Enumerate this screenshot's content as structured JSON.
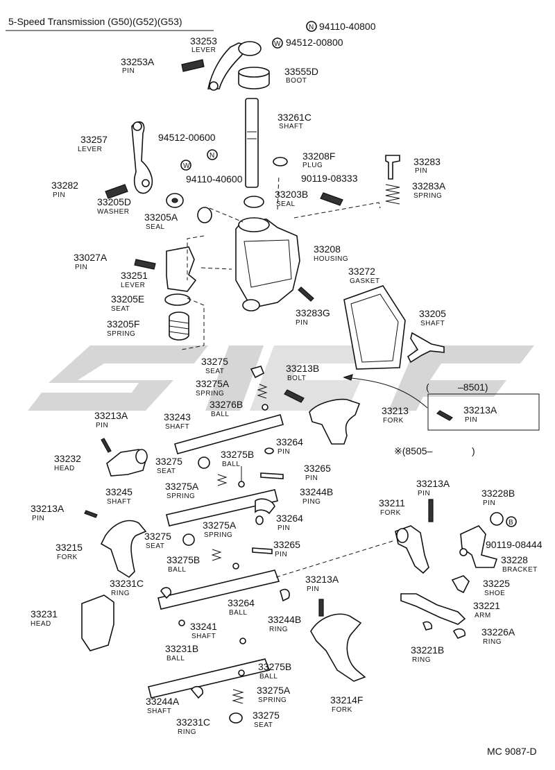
{
  "diagram": {
    "title": "5-Speed Transmission (G50)(G52)(G53)",
    "code": "MC 9087-D",
    "notes": [
      {
        "symbol": "N",
        "number": "94110-40800"
      },
      {
        "symbol": "W",
        "number": "94512-00800"
      }
    ],
    "callout_a": {
      "open": "(",
      "range": "–8501)"
    },
    "callout_b": {
      "range": "※(8505–",
      "close": ")"
    },
    "labels": [
      {
        "num": "33253",
        "name": "LEVER"
      },
      {
        "num": "33253A",
        "name": "PIN"
      },
      {
        "num": "33555D",
        "name": "BOOT"
      },
      {
        "num": "33261C",
        "name": "SHAFT"
      },
      {
        "num": "33257",
        "name": "LEVER"
      },
      {
        "num": "94512-00600",
        "name": ""
      },
      {
        "num": "94110-40600",
        "name": ""
      },
      {
        "num": "33208F",
        "name": "PLUG"
      },
      {
        "num": "90119-08333",
        "name": ""
      },
      {
        "num": "33283",
        "name": "PIN"
      },
      {
        "num": "33283A",
        "name": "SPRING"
      },
      {
        "num": "33282",
        "name": "PIN"
      },
      {
        "num": "33205D",
        "name": "WASHER"
      },
      {
        "num": "33205A",
        "name": "SEAL"
      },
      {
        "num": "33203B",
        "name": "SEAL"
      },
      {
        "num": "33208",
        "name": "HOUSING"
      },
      {
        "num": "33027A",
        "name": "PIN"
      },
      {
        "num": "33251",
        "name": "LEVER"
      },
      {
        "num": "33205E",
        "name": "SEAT"
      },
      {
        "num": "33205F",
        "name": "SPRING"
      },
      {
        "num": "33272",
        "name": "GASKET"
      },
      {
        "num": "33283G",
        "name": "PIN"
      },
      {
        "num": "33205",
        "name": "SHAFT"
      },
      {
        "num": "33275",
        "name": "SEAT"
      },
      {
        "num": "33275A",
        "name": "SPRING"
      },
      {
        "num": "33213B",
        "name": "BOLT"
      },
      {
        "num": "33276B",
        "name": "BALL"
      },
      {
        "num": "33213",
        "name": "FORK"
      },
      {
        "num": "33213A",
        "name": "PIN"
      },
      {
        "num": "33213A",
        "name": "PIN"
      },
      {
        "num": "33243",
        "name": "SHAFT"
      },
      {
        "num": "33264",
        "name": "PIN"
      },
      {
        "num": "33232",
        "name": "HEAD"
      },
      {
        "num": "33275",
        "name": "SEAT"
      },
      {
        "num": "33275B",
        "name": "BALL"
      },
      {
        "num": "33265",
        "name": "PIN"
      },
      {
        "num": "33245",
        "name": "SHAFT"
      },
      {
        "num": "33275A",
        "name": "SPRING"
      },
      {
        "num": "33244B",
        "name": "PING"
      },
      {
        "num": "33213A",
        "name": "PIN"
      },
      {
        "num": "33264",
        "name": "PIN"
      },
      {
        "num": "33275A",
        "name": "SPRING"
      },
      {
        "num": "33213A",
        "name": "PIN"
      },
      {
        "num": "33228B",
        "name": "PIN"
      },
      {
        "num": "33211",
        "name": "FORK"
      },
      {
        "num": "33275",
        "name": "SEAT"
      },
      {
        "num": "33265",
        "name": "PIN"
      },
      {
        "num": "33215",
        "name": "FORK"
      },
      {
        "num": "90119-08444",
        "name": ""
      },
      {
        "num": "33275B",
        "name": "BALL"
      },
      {
        "num": "33228",
        "name": "BRACKET"
      },
      {
        "num": "33231C",
        "name": "RING"
      },
      {
        "num": "33225",
        "name": "SHOE"
      },
      {
        "num": "33213A",
        "name": "PIN"
      },
      {
        "num": "33264",
        "name": "BALL"
      },
      {
        "num": "33221",
        "name": "ARM"
      },
      {
        "num": "33231",
        "name": "HEAD"
      },
      {
        "num": "33244B",
        "name": "RING"
      },
      {
        "num": "33241",
        "name": "SHAFT"
      },
      {
        "num": "33226A",
        "name": "RING"
      },
      {
        "num": "33231B",
        "name": "BALL"
      },
      {
        "num": "33221B",
        "name": "RING"
      },
      {
        "num": "33275B",
        "name": "BALL"
      },
      {
        "num": "33275A",
        "name": "SPRING"
      },
      {
        "num": "33214F",
        "name": "FORK"
      },
      {
        "num": "33244A",
        "name": "SHAFT"
      },
      {
        "num": "33231C",
        "name": "RING"
      },
      {
        "num": "33275",
        "name": "SEAT"
      }
    ]
  }
}
